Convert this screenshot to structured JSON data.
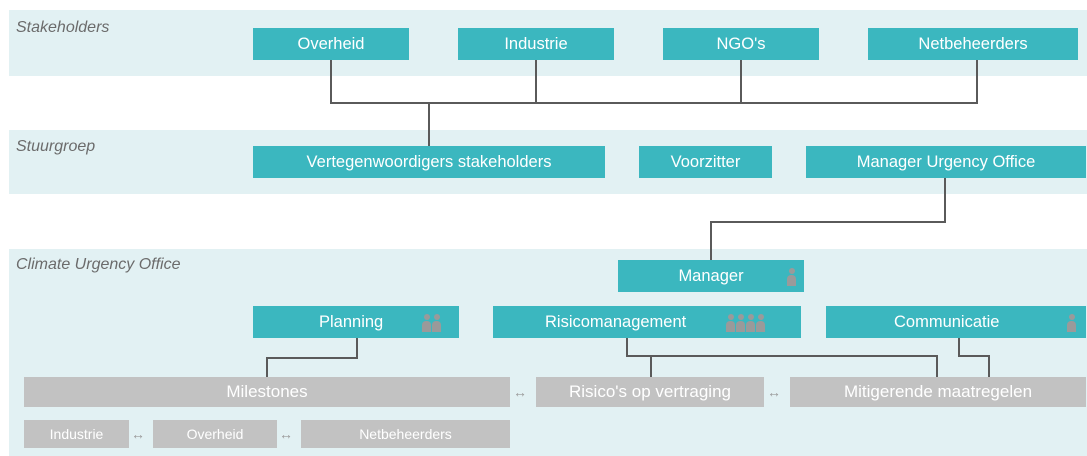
{
  "bands": {
    "stakeholders": "Stakeholders",
    "stuurgroep": "Stuurgroep",
    "office": "Climate Urgency Office"
  },
  "stakeholders": [
    "Overheid",
    "Industrie",
    "NGO's",
    "Netbeheerders"
  ],
  "stuurgroep": {
    "reps": "Vertegenwoordigers stakeholders",
    "chair": "Voorzitter",
    "manager_office": "Manager Urgency Office"
  },
  "office": {
    "manager": "Manager",
    "manager_people": 1,
    "planning": "Planning",
    "planning_people": 2,
    "risk": "Risicomanagement",
    "risk_people": 4,
    "comms": "Communicatie",
    "comms_people": 1
  },
  "outputs": {
    "milestones": "Milestones",
    "risks": "Risico's op vertraging",
    "mitigation": "Mitigerende maatregelen"
  },
  "sub_parties": [
    "Industrie",
    "Overheid",
    "Netbeheerders"
  ],
  "colors": {
    "box": "#3bb7bf",
    "gray_box": "#c2c2c2",
    "band": "#e2f1f3"
  }
}
